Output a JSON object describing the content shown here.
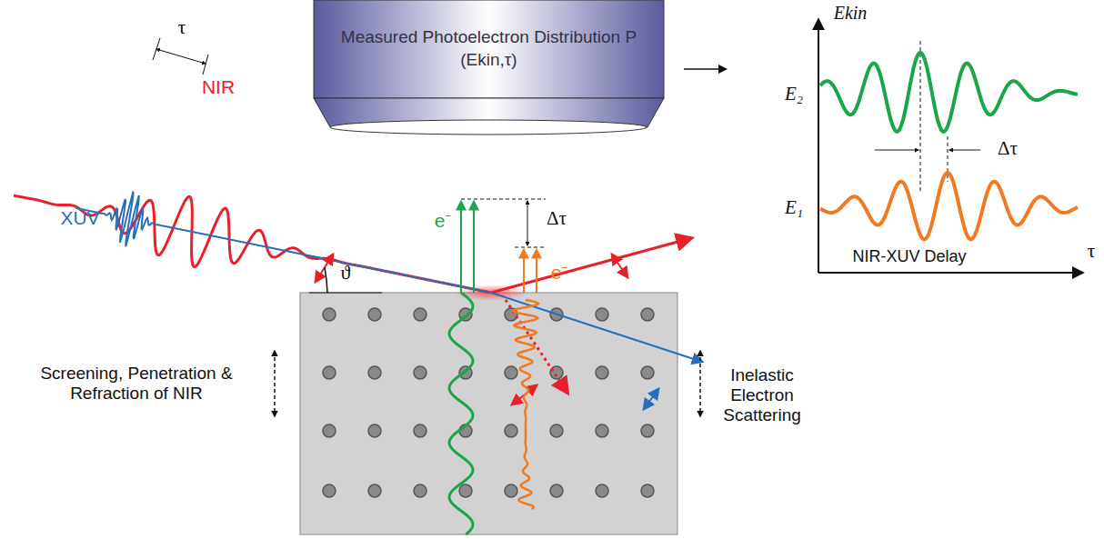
{
  "diagram": {
    "nodes": [
      {
        "text": [
          "Measured Photoelectron Distribution P (Ekin,τ)"
        ]
      }
    ],
    "edges": [],
    "labels": [
      "τ",
      "NIR",
      "XUV",
      "ϑ",
      "e⁻",
      "e⁻",
      "Δτ",
      "Screening, Penetration & Refraction of NIR",
      "Inelastic Electron Scattering",
      "Ekin",
      "E₂",
      "Δτ",
      "E₁",
      "NIR-XUV Delay",
      "τ"
    ]
  }
}
